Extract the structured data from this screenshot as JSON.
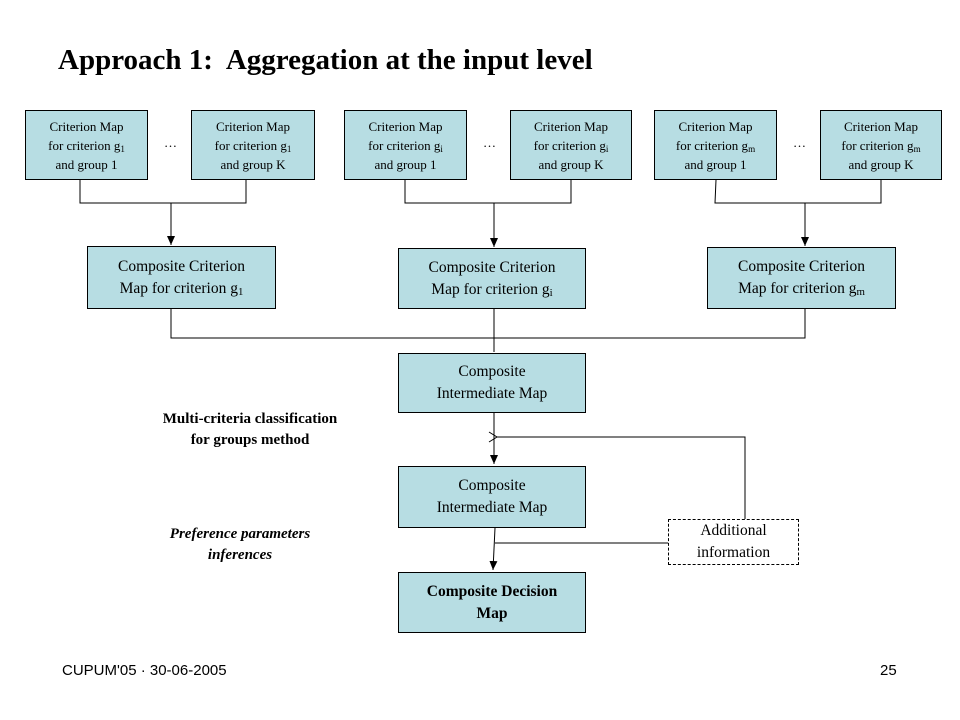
{
  "title": "Approach 1:  Aggregation at the input level",
  "criterion_maps": [
    {
      "l1": "Criterion Map",
      "l2": "for criterion g",
      "sub": "1",
      "l3": "and group 1"
    },
    {
      "l1": "Criterion Map",
      "l2": "for criterion g",
      "sub": "1",
      "l3": "and group K"
    },
    {
      "l1": "Criterion Map",
      "l2": "for criterion g",
      "sub": "i",
      "l3": "and group 1"
    },
    {
      "l1": "Criterion Map",
      "l2": "for criterion g",
      "sub": "i",
      "l3": "and group K"
    },
    {
      "l1": "Criterion Map",
      "l2": "for criterion g",
      "sub": "m",
      "l3": "and group 1"
    },
    {
      "l1": "Criterion Map",
      "l2": "for criterion g",
      "sub": "m",
      "l3": "and group K"
    }
  ],
  "ellipsis": "…",
  "composite_criterion_maps": [
    {
      "l1": "Composite Criterion",
      "l2": "Map for criterion g",
      "sub": "1"
    },
    {
      "l1": "Composite Criterion",
      "l2": "Map for criterion g",
      "sub": "i"
    },
    {
      "l1": "Composite Criterion",
      "l2": "Map for criterion g",
      "sub": "m"
    }
  ],
  "intermediate_map_1": {
    "l1": "Composite",
    "l2": "Intermediate  Map"
  },
  "intermediate_map_2": {
    "l1": "Composite",
    "l2": "Intermediate  Map"
  },
  "decision_map": {
    "l1": "Composite Decision",
    "l2": "Map"
  },
  "additional_info": {
    "l1": "Additional",
    "l2": "information"
  },
  "labels": {
    "method_l1": "Multi-criteria classification",
    "method_l2": "for groups method",
    "pref_l1": "Preference parameters",
    "pref_l2": "inferences"
  },
  "footer": {
    "left": "CUPUM'05 · 30-06-2005",
    "right": "25"
  }
}
